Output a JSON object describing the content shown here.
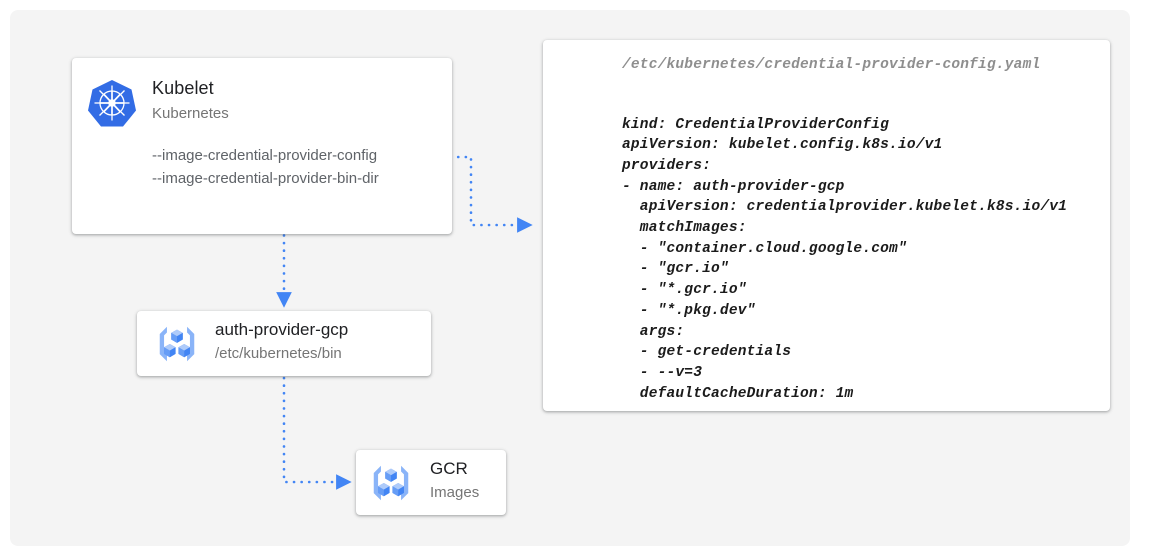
{
  "diagram": {
    "title": "Kubelet credential provider configuration flow",
    "background_color": "#f4f4f4",
    "accent_color": "#4285f4",
    "k8s_blue": "#326ce5"
  },
  "kubelet_card": {
    "icon": "kubernetes-logo-icon",
    "title": "Kubelet",
    "subtitle": "Kubernetes",
    "flags": [
      "--image-credential-provider-config",
      "--image-credential-provider-bin-dir"
    ]
  },
  "auth_provider_card": {
    "icon": "gcp-container-registry-icon",
    "title": "auth-provider-gcp",
    "subtitle": "/etc/kubernetes/bin"
  },
  "gcr_card": {
    "icon": "gcp-container-registry-icon",
    "title": "GCR",
    "subtitle": "Images"
  },
  "yaml_card": {
    "filename": "/etc/kubernetes/credential-provider-config.yaml",
    "content": "kind: CredentialProviderConfig\napiVersion: kubelet.config.k8s.io/v1\nproviders:\n- name: auth-provider-gcp\n  apiVersion: credentialprovider.kubelet.k8s.io/v1\n  matchImages:\n  - \"container.cloud.google.com\"\n  - \"gcr.io\"\n  - \"*.gcr.io\"\n  - \"*.pkg.dev\"\n  args:\n  - get-credentials\n  - --v=3\n  defaultCacheDuration: 1m"
  },
  "connectors": [
    {
      "name": "kubelet-config-flag-to-yaml",
      "from": "kubelet-card-config-flag",
      "to": "yaml-card",
      "style": "dotted",
      "color": "#4285f4"
    },
    {
      "name": "kubelet-to-auth-provider",
      "from": "kubelet-card",
      "to": "auth-provider-card",
      "style": "dotted",
      "color": "#4285f4"
    },
    {
      "name": "auth-provider-to-gcr",
      "from": "auth-provider-card",
      "to": "gcr-card",
      "style": "dotted",
      "color": "#4285f4"
    }
  ]
}
